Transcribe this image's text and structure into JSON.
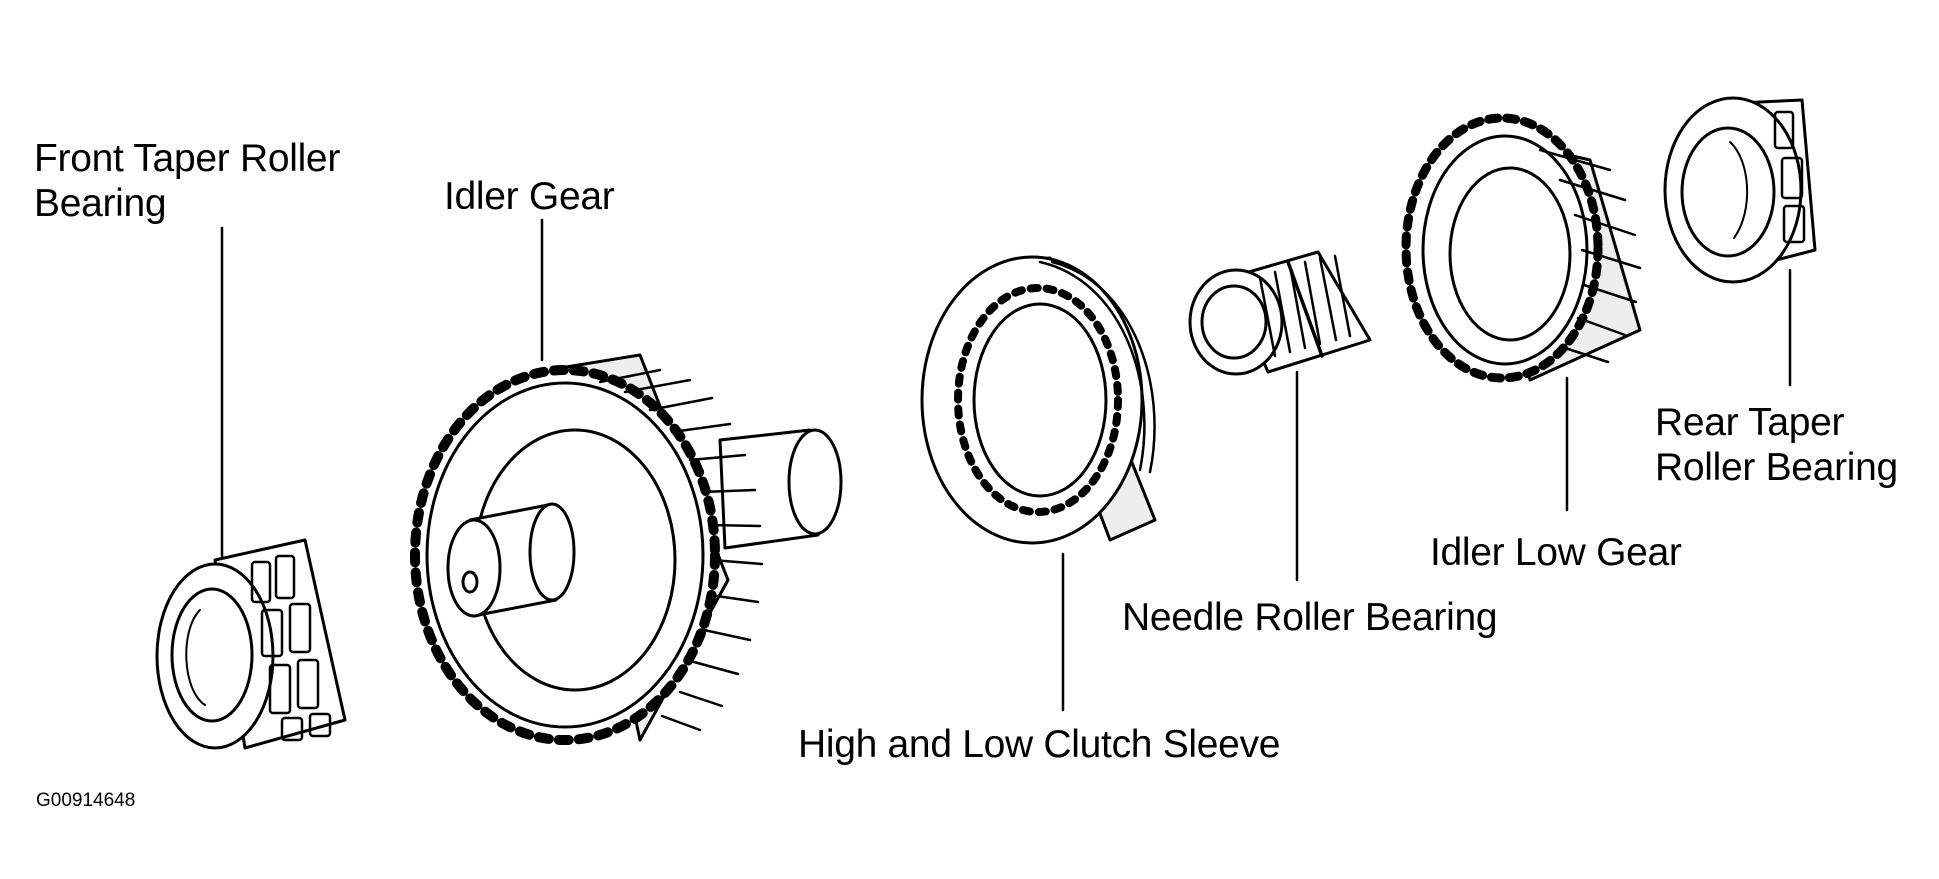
{
  "labels": {
    "front_bearing_line1": "Front Taper Roller",
    "front_bearing_line2": "Bearing",
    "idler_gear": "Idler Gear",
    "clutch_sleeve": "High and Low Clutch Sleeve",
    "needle_bearing": "Needle Roller Bearing",
    "idler_low_gear": "Idler Low Gear",
    "rear_bearing_line1": "Rear Taper",
    "rear_bearing_line2": "Roller Bearing"
  },
  "figure_code": "G00914648",
  "colors": {
    "ink": "#000000",
    "paper": "#ffffff",
    "shade": "#e8e8e8"
  }
}
